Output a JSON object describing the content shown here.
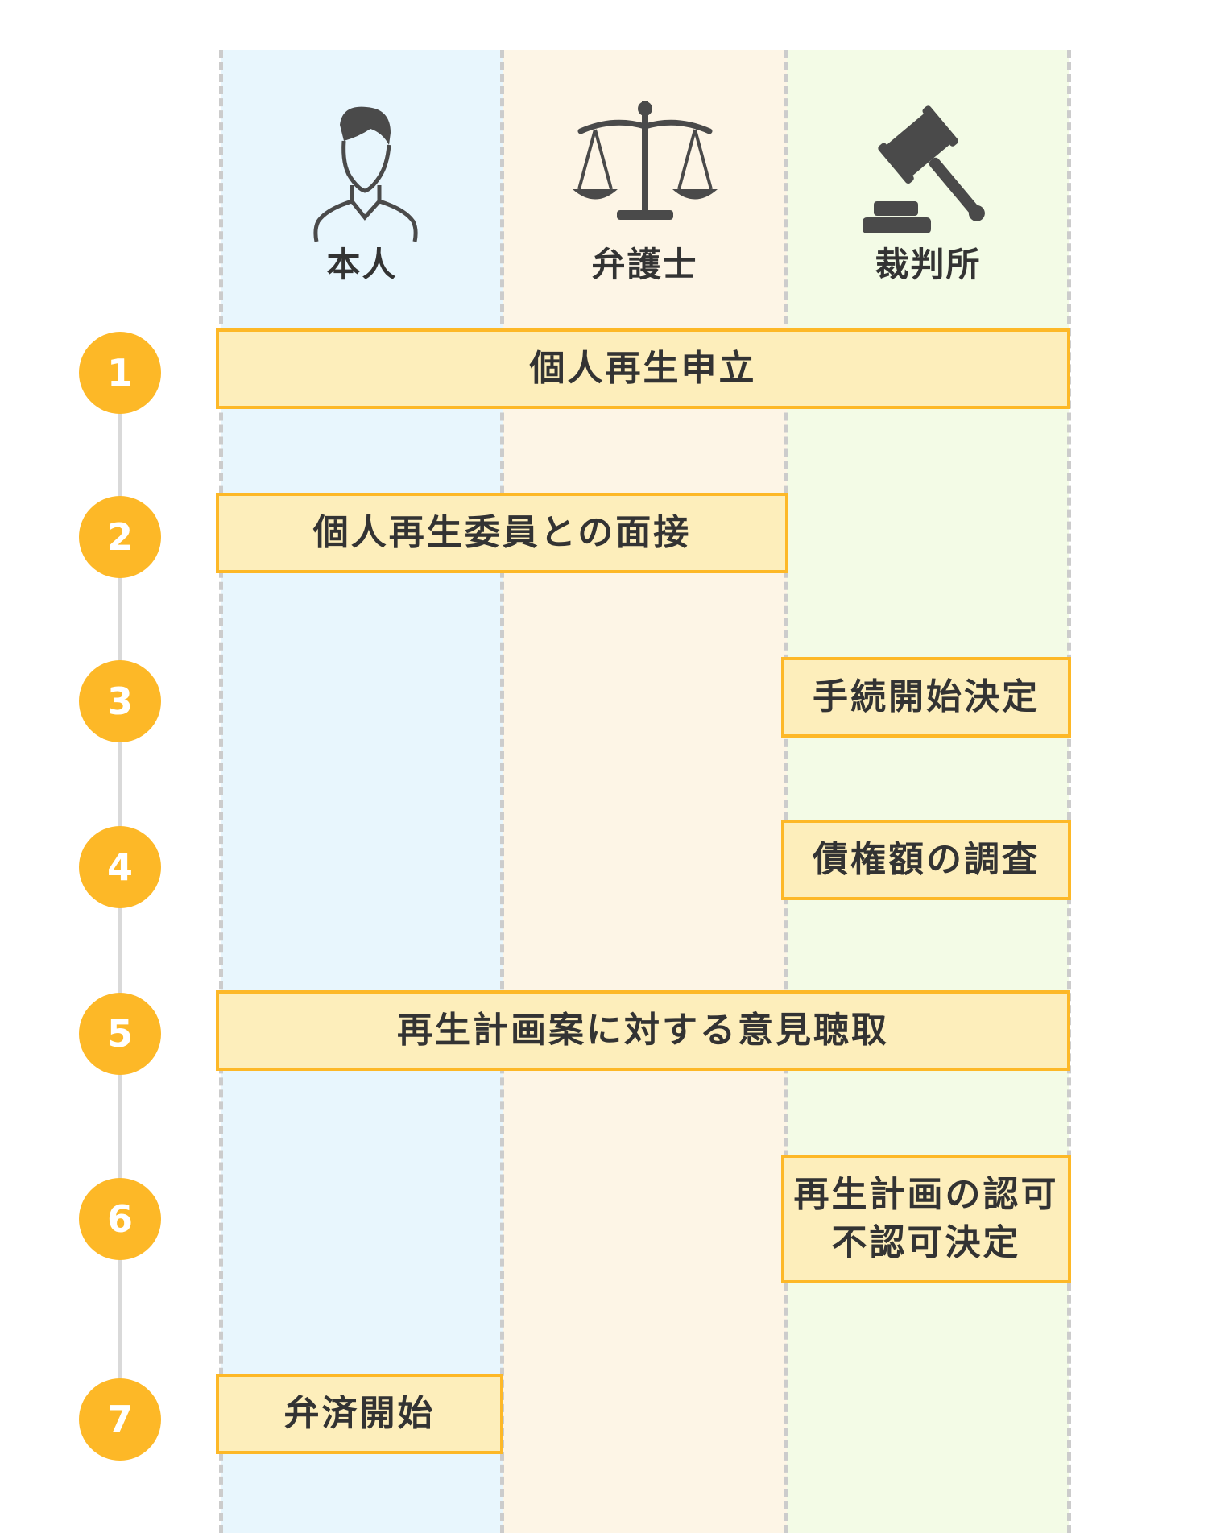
{
  "columns": [
    {
      "label": "本人",
      "icon": "person-icon"
    },
    {
      "label": "弁護士",
      "icon": "scales-icon"
    },
    {
      "label": "裁判所",
      "icon": "gavel-icon"
    }
  ],
  "steps": [
    {
      "number": "1",
      "label": "個人再生申立"
    },
    {
      "number": "2",
      "label": "個人再生委員との面接"
    },
    {
      "number": "3",
      "label": "手続開始決定"
    },
    {
      "number": "4",
      "label": "債権額の調査"
    },
    {
      "number": "5",
      "label": "再生計画案に対する意見聴取"
    },
    {
      "number": "6",
      "label_line1": "再生計画の認可",
      "label_line2": "不認可決定"
    },
    {
      "number": "7",
      "label": "弁済開始"
    }
  ],
  "colors": {
    "accent": "#fdb827",
    "box_fill": "#fdeebb",
    "lane_person": "#e8f6fd",
    "lane_lawyer": "#fdf5e6",
    "lane_court": "#f3fbe6",
    "icon": "#4a4a4a"
  }
}
